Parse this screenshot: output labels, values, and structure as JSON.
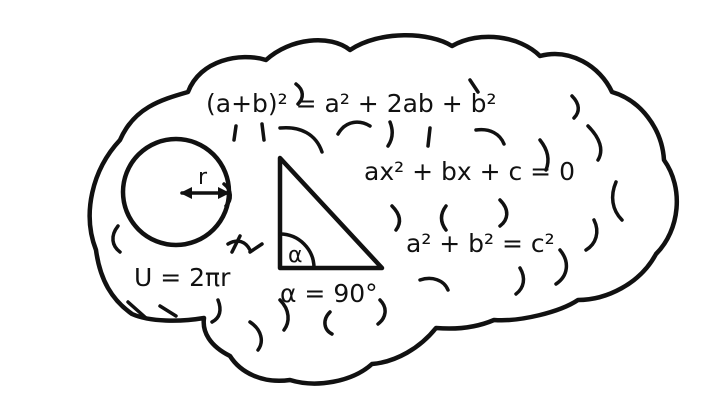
{
  "formulas": {
    "binomial": "(a+b)² = a² + 2ab + b²",
    "quadratic": "ax² + bx + c = 0",
    "pythagoras": "a² + b² = c²",
    "circumference": "U = 2πr",
    "angle": "α = 90°"
  },
  "circle": {
    "radius_label": "r"
  },
  "triangle": {
    "angle_label": "α"
  },
  "colors": {
    "ink": "#111111",
    "background": "#ffffff"
  }
}
